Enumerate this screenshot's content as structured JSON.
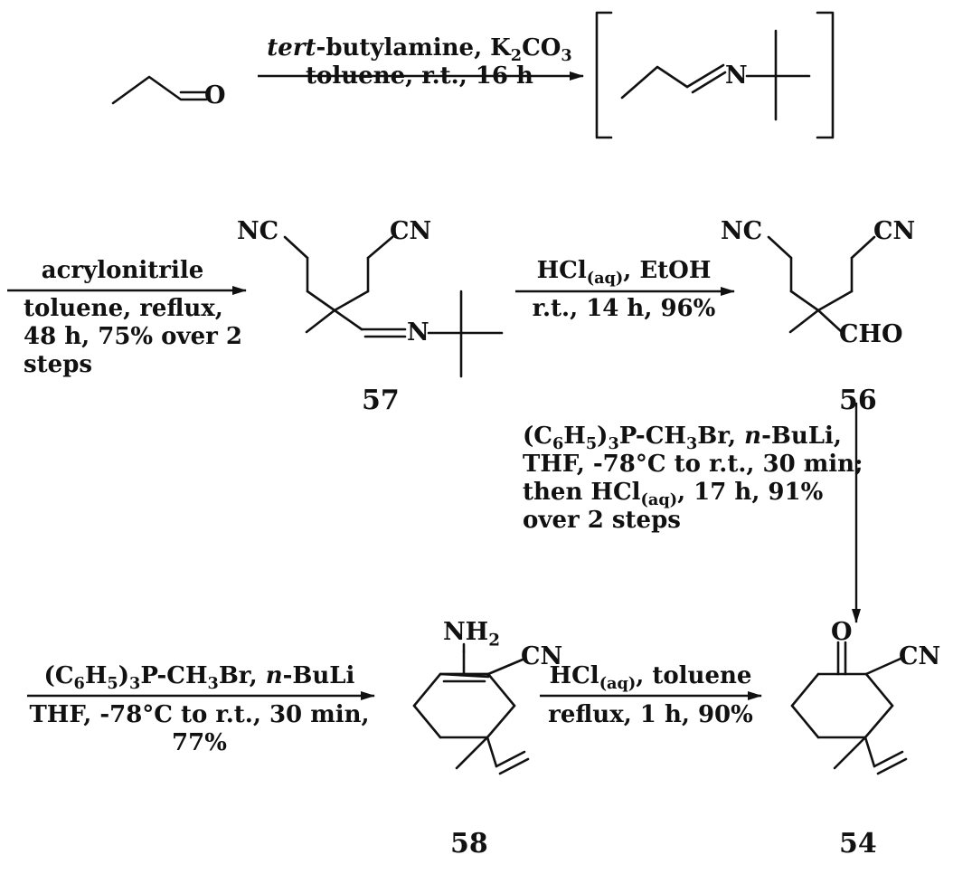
{
  "atoms": {
    "o_aldehyde": "O",
    "n": "N",
    "nc": "NC",
    "cn": "CN",
    "cho": "CHO",
    "nh2_main": "NH",
    "nh2_sub": "2",
    "o_ketone": "O"
  },
  "steps": {
    "s1": {
      "line1_italic": "tert",
      "line1_rest": "-butylamine, K",
      "line1_sub": "2",
      "line1_tail": "CO",
      "line1_sub2": "3",
      "line2": "toluene, r.t., 16 h"
    },
    "s2": {
      "line1": "acrylonitrile",
      "line2": "toluene, reflux,",
      "line3": "48 h, 75% over 2",
      "line4": "steps"
    },
    "s3": {
      "line1_a": "HCl",
      "line1_sub": "(aq)",
      "line1_b": ", EtOH",
      "line2": "r.t., 14 h, 96%"
    },
    "s4": {
      "line1_a": "(C",
      "line1_sub1": "6",
      "line1_b": "H",
      "line1_sub2": "5",
      "line1_c": ")",
      "line1_sub3": "3",
      "line1_d": "P-CH",
      "line1_sub4": "3",
      "line1_e": "Br, ",
      "line1_it": "n",
      "line1_f": "-BuLi,",
      "line2": "THF, -78°C to r.t., 30 min;",
      "line3_a": "then HCl",
      "line3_sub": "(aq)",
      "line3_b": ", 17 h, 91%",
      "line4": "over 2 steps"
    },
    "s5": {
      "line1_a": "(C",
      "line1_sub1": "6",
      "line1_b": "H",
      "line1_sub2": "5",
      "line1_c": ")",
      "line1_sub3": "3",
      "line1_d": "P-CH",
      "line1_sub4": "3",
      "line1_e": "Br, ",
      "line1_it": "n",
      "line1_f": "-BuLi",
      "line2": "THF, -78°C to r.t., 30 min,",
      "line3": "77%"
    },
    "s6": {
      "line1_a": "HCl",
      "line1_sub": "(aq)",
      "line1_b": ", toluene",
      "line2": "reflux, 1 h, 90%"
    }
  },
  "compounds": {
    "c57": "57",
    "c56": "56",
    "c58": "58",
    "c54": "54"
  },
  "colors": {
    "ink": "#111111",
    "background": "#ffffff"
  }
}
